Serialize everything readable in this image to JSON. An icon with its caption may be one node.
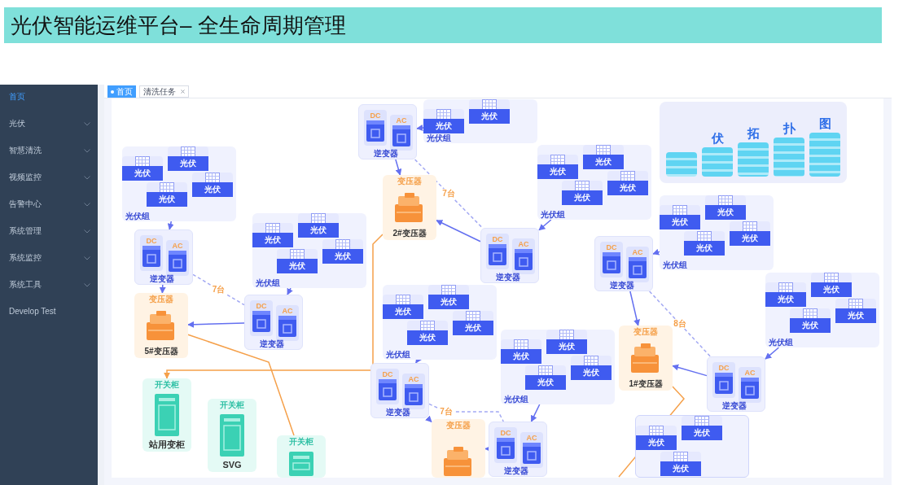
{
  "diagram": {
    "title": "光伏智能运维平台– 全生命周期管理",
    "nodes": [
      {
        "text": [
          "伏",
          "拓",
          "扑",
          "图"
        ]
      },
      {
        "text": [
          "光伏组"
        ]
      },
      {
        "text": [
          "光伏"
        ],
        "in": 1
      },
      {
        "text": [
          "光伏"
        ],
        "in": 1
      },
      {
        "text": [
          "逆变器"
        ]
      },
      {
        "text": [
          "DC"
        ],
        "in": 4
      },
      {
        "text": [
          "AC"
        ],
        "in": 4
      },
      {
        "text": [
          "光伏组"
        ]
      },
      {
        "text": [
          "光伏"
        ],
        "in": 7
      },
      {
        "text": [
          "光伏"
        ],
        "in": 7
      },
      {
        "text": [
          "光伏"
        ],
        "in": 7
      },
      {
        "text": [
          "光伏"
        ],
        "in": 7
      },
      {
        "text": [
          "逆变器"
        ]
      },
      {
        "text": [
          "DC"
        ],
        "in": 12
      },
      {
        "text": [
          "AC"
        ],
        "in": 12
      },
      {
        "text": [
          "变压器",
          "2#变压器"
        ]
      },
      {
        "text": [
          "光伏组"
        ]
      },
      {
        "text": [
          "光伏"
        ],
        "in": 16
      },
      {
        "text": [
          "光伏"
        ],
        "in": 16
      },
      {
        "text": [
          "光伏"
        ],
        "in": 16
      },
      {
        "text": [
          "光伏"
        ],
        "in": 16
      },
      {
        "text": [
          "逆变器"
        ]
      },
      {
        "text": [
          "DC"
        ],
        "in": 21
      },
      {
        "text": [
          "AC"
        ],
        "in": 21
      },
      {
        "text": [
          "变压器",
          "5#变压器"
        ]
      },
      {
        "text": [
          "光伏组"
        ]
      },
      {
        "text": [
          "光伏"
        ],
        "in": 25
      },
      {
        "text": [
          "光伏"
        ],
        "in": 25
      },
      {
        "text": [
          "光伏"
        ],
        "in": 25
      },
      {
        "text": [
          "光伏"
        ],
        "in": 25
      },
      {
        "text": [
          "逆变器"
        ]
      },
      {
        "text": [
          "DC"
        ],
        "in": 30
      },
      {
        "text": [
          "AC"
        ],
        "in": 30
      },
      {
        "text": [
          "光伏组"
        ]
      },
      {
        "text": [
          "光伏"
        ],
        "in": 33
      },
      {
        "text": [
          "光伏"
        ],
        "in": 33
      },
      {
        "text": [
          "光伏"
        ],
        "in": 33
      },
      {
        "text": [
          "光伏"
        ],
        "in": 33
      },
      {
        "text": [
          "逆变器"
        ]
      },
      {
        "text": [
          "DC"
        ],
        "in": 38
      },
      {
        "text": [
          "AC"
        ],
        "in": 38
      },
      {
        "text": [
          "光伏组"
        ]
      },
      {
        "text": [
          "光伏"
        ],
        "in": 41
      },
      {
        "text": [
          "光伏"
        ],
        "in": 41
      },
      {
        "text": [
          "光伏"
        ],
        "in": 41
      },
      {
        "text": [
          "光伏"
        ],
        "in": 41
      },
      {
        "text": [
          "逆变器"
        ]
      },
      {
        "text": [
          "DC"
        ],
        "in": 46
      },
      {
        "text": [
          "AC"
        ],
        "in": 46
      },
      {
        "text": [
          "变压器",
          "1#变压器"
        ]
      },
      {
        "text": [
          "光伏组"
        ]
      },
      {
        "text": [
          "光伏"
        ],
        "in": 50
      },
      {
        "text": [
          "光伏"
        ],
        "in": 50
      },
      {
        "text": [
          "光伏"
        ],
        "in": 50
      },
      {
        "text": [
          "光伏"
        ],
        "in": 50
      },
      {
        "text": [
          "逆变器"
        ]
      },
      {
        "text": [
          "DC"
        ],
        "in": 55
      },
      {
        "text": [
          "AC"
        ],
        "in": 55
      },
      {
        "text": [
          "光伏组"
        ]
      },
      {
        "text": [
          "光伏"
        ],
        "in": 58
      },
      {
        "text": [
          "光伏"
        ],
        "in": 58
      },
      {
        "text": [
          "光伏"
        ],
        "in": 58
      },
      {
        "text": [
          "光伏"
        ],
        "in": 58
      },
      {
        "text": [
          "逆变器"
        ]
      },
      {
        "text": [
          "DC"
        ],
        "in": 63
      },
      {
        "text": [
          "AC"
        ],
        "in": 63
      },
      {
        "text": [
          "变压器"
        ]
      },
      {
        "text": [],
        "shape": "box"
      },
      {
        "text": [
          "光伏"
        ],
        "in": 67
      },
      {
        "text": [
          "光伏"
        ],
        "in": 67
      },
      {
        "text": [
          "光伏"
        ],
        "in": 67
      },
      {
        "text": [
          "开关柜",
          "站用变柜"
        ]
      },
      {
        "text": [
          "开关柜",
          "SVG"
        ]
      },
      {
        "text": [
          "开关柜"
        ]
      }
    ],
    "edges": [
      {
        "from": 1,
        "to": 4,
        "arrow": "to"
      },
      {
        "from": 7,
        "to": 12,
        "arrow": "to"
      },
      {
        "from": 4,
        "to": 15,
        "arrow": "to"
      },
      {
        "from": 12,
        "to": 15,
        "arrow": "to"
      },
      {
        "from": 4,
        "to": 12,
        "arrow": "none",
        "label": "7台",
        "style": "dashed"
      },
      {
        "from": 16,
        "to": 21,
        "arrow": "to"
      },
      {
        "from": 25,
        "to": 30,
        "arrow": "to"
      },
      {
        "from": 21,
        "to": 24,
        "arrow": "to"
      },
      {
        "from": 30,
        "to": 24,
        "arrow": "to"
      },
      {
        "from": 21,
        "to": 30,
        "arrow": "none",
        "label": "7台",
        "style": "dashed"
      },
      {
        "from": 33,
        "to": 38,
        "arrow": "to"
      },
      {
        "from": 41,
        "to": 46,
        "arrow": "to"
      },
      {
        "from": 38,
        "to": 49,
        "arrow": "to"
      },
      {
        "from": 46,
        "to": 49,
        "arrow": "to"
      },
      {
        "from": 38,
        "to": 46,
        "arrow": "none",
        "label": "8台",
        "style": "dashed"
      },
      {
        "from": 50,
        "to": 55,
        "arrow": "to"
      },
      {
        "from": 58,
        "to": 63,
        "arrow": "to"
      },
      {
        "from": 55,
        "to": 66,
        "arrow": "to"
      },
      {
        "from": 63,
        "to": 66,
        "arrow": "to"
      },
      {
        "from": 55,
        "to": 63,
        "arrow": "none",
        "label": "7台",
        "style": "dashed"
      },
      {
        "from": 15,
        "to": 71,
        "arrow": "to",
        "color": "#f5a04a"
      },
      {
        "from": 24,
        "to": 73,
        "arrow": "none",
        "color": "#f5a04a"
      },
      {
        "from": 49,
        "to": null,
        "arrow": "none",
        "color": "#f5a04a"
      }
    ],
    "labels": [
      "首页",
      "光伏",
      "智慧清洗",
      "视频监控",
      "告警中心",
      "系统管理",
      "系统监控",
      "系统工具",
      "Develop Test",
      "首页",
      "清洗任务"
    ]
  }
}
